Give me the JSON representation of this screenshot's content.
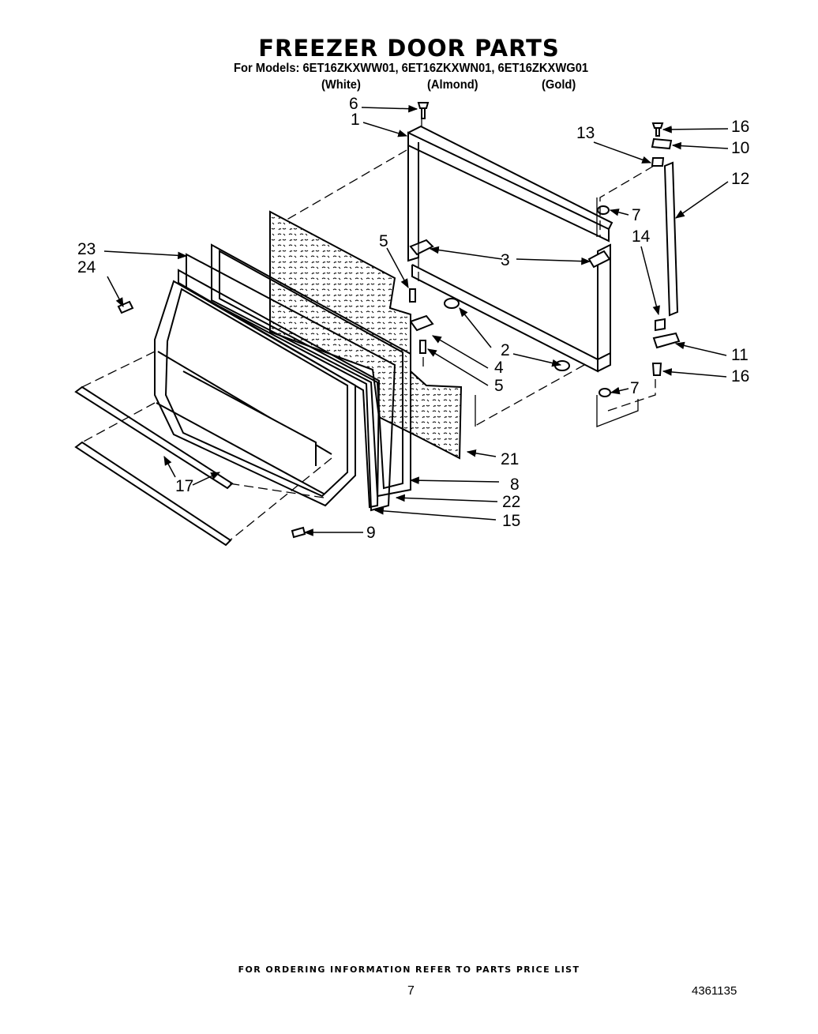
{
  "header": {
    "title": "FREEZER DOOR PARTS",
    "models_line": "For Models: 6ET16ZKXWW01, 6ET16ZKXWN01, 6ET16ZKXWG01",
    "colors": [
      "(White)",
      "(Almond)",
      "(Gold)"
    ]
  },
  "callouts": {
    "c1": "1",
    "c2": "2",
    "c3": "3",
    "c4": "4",
    "c5a": "5",
    "c5b": "5",
    "c6": "6",
    "c7a": "7",
    "c7b": "7",
    "c8": "8",
    "c9": "9",
    "c10": "10",
    "c11": "11",
    "c12": "12",
    "c13": "13",
    "c14": "14",
    "c15": "15",
    "c16a": "16",
    "c16b": "16",
    "c17": "17",
    "c21": "21",
    "c22": "22",
    "c23": "23",
    "c24": "24"
  },
  "footer": {
    "ordering_note": "FOR ORDERING INFORMATION REFER TO PARTS PRICE LIST",
    "page_number": "7",
    "document_number": "4361135"
  }
}
